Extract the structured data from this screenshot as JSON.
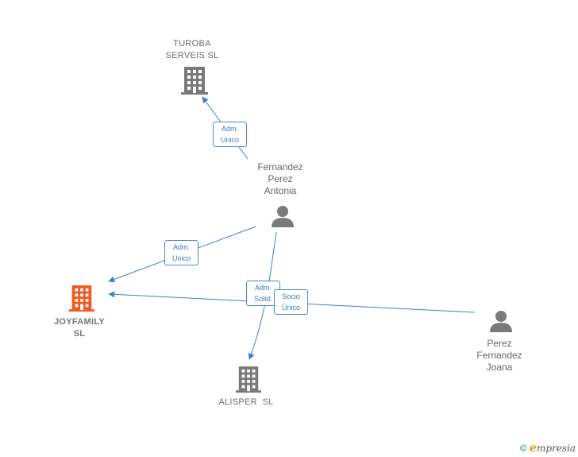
{
  "nodes": {
    "turoba": {
      "line1": "TUROBA",
      "line2": "SERVEIS SL"
    },
    "joyfamily": {
      "line1": "JOYFAMILY",
      "line2": "SL"
    },
    "alisper": {
      "line1": "ALISPER  SL"
    },
    "fernandez": {
      "line1": "Fernandez",
      "line2": "Perez",
      "line3": "Antonia"
    },
    "perez": {
      "line1": "Perez",
      "line2": "Fernandez",
      "line3": "Joana"
    }
  },
  "edges": {
    "fernandez_turoba": {
      "line1": "Adm.",
      "line2": "Unico"
    },
    "fernandez_joyfamily": {
      "line1": "Adm.",
      "line2": "Unico"
    },
    "fernandez_alisper": {
      "line1": "Adm.",
      "line2": "Solid."
    },
    "perez_joyfamily": {
      "line1": "Socio",
      "line2": "Único"
    }
  },
  "colors": {
    "edge": "#3d7fd3",
    "company_icon": "#7a7a7a",
    "focus_company_icon": "#f05a22",
    "person_icon": "#7a7a7a"
  },
  "watermark": {
    "symbol": "©",
    "brand_initial": "e",
    "brand_rest": "mpresia"
  }
}
